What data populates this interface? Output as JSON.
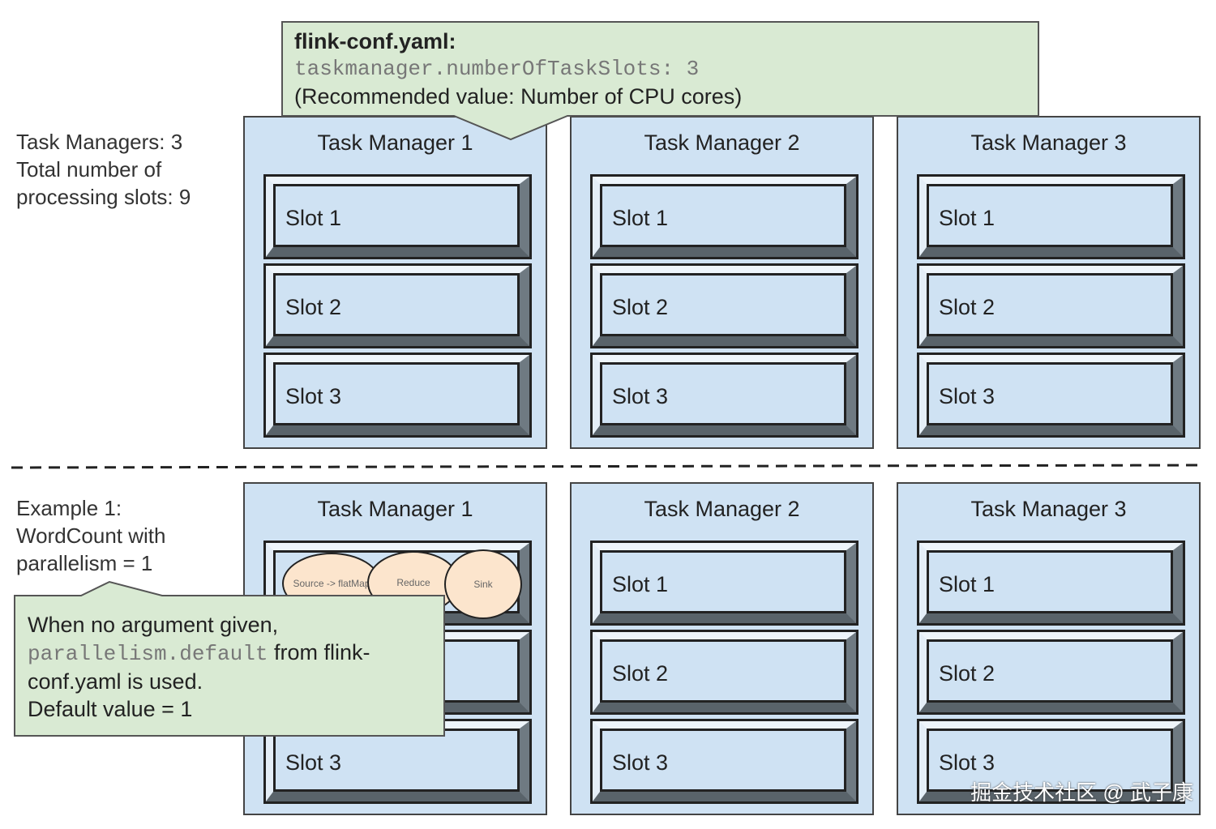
{
  "summary": {
    "lines": [
      "Task Managers: 3",
      "Total number of",
      "processing slots: 9"
    ]
  },
  "example": {
    "lines": [
      "Example 1:",
      "WordCount with",
      "parallelism = 1"
    ]
  },
  "config_callout": {
    "title": "flink-conf.yaml:",
    "code": "taskmanager.numberOfTaskSlots: 3",
    "note": "(Recommended value: Number of CPU cores)"
  },
  "default_callout": {
    "line1": "When no argument given,",
    "code": "parallelism.default",
    "line2_rest": " from flink-",
    "line3": "conf.yaml is used.",
    "line4": "Default value = 1"
  },
  "top_row": [
    {
      "title": "Task Manager 1",
      "slots": [
        "Slot 1",
        "Slot 2",
        "Slot 3"
      ]
    },
    {
      "title": "Task Manager 2",
      "slots": [
        "Slot 1",
        "Slot 2",
        "Slot 3"
      ]
    },
    {
      "title": "Task Manager 3",
      "slots": [
        "Slot 1",
        "Slot 2",
        "Slot 3"
      ]
    }
  ],
  "bottom_row": [
    {
      "title": "Task Manager 1",
      "slots": [
        "",
        "",
        "Slot 3"
      ],
      "operators": [
        "Source -> flatMap",
        "Reduce",
        "Sink"
      ]
    },
    {
      "title": "Task Manager 2",
      "slots": [
        "Slot 1",
        "Slot 2",
        "Slot 3"
      ]
    },
    {
      "title": "Task Manager 3",
      "slots": [
        "Slot 1",
        "Slot 2",
        "Slot 3"
      ]
    }
  ],
  "watermark": "掘金技术社区 @ 武子康",
  "colors": {
    "tm_fill": "#cfe2f3",
    "callout_fill": "#d9ead3",
    "operator_fill": "#fce5cd"
  }
}
